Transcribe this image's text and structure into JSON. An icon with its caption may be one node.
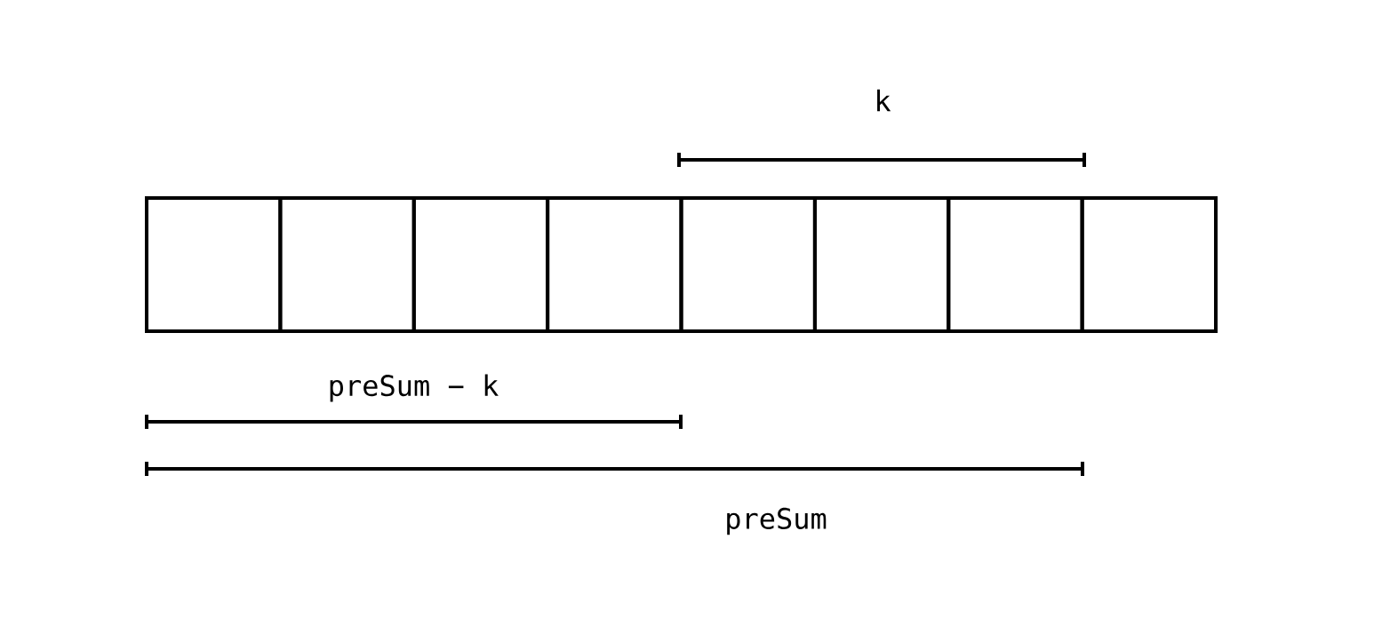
{
  "diagram": {
    "nodes": [
      {
        "text": [],
        "shape": "box"
      },
      {
        "text": [],
        "shape": "box"
      },
      {
        "text": [],
        "shape": "box"
      },
      {
        "text": [],
        "shape": "box"
      },
      {
        "text": [],
        "shape": "box"
      },
      {
        "text": [],
        "shape": "box"
      },
      {
        "text": [],
        "shape": "box"
      },
      {
        "text": [],
        "shape": "box"
      }
    ],
    "labels": [
      "k",
      "preSum − k",
      "preSum"
    ]
  }
}
